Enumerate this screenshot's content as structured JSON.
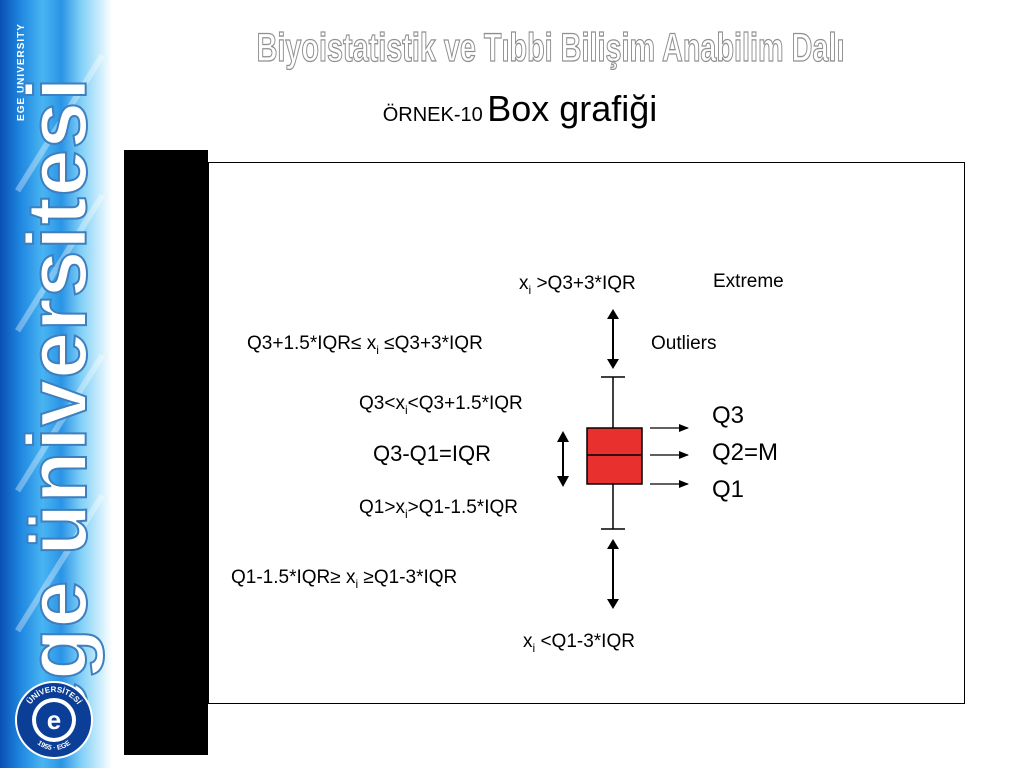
{
  "banner": {
    "word": "ege üniversitesi",
    "small_text": "EGE UNIVERSITY",
    "seal_top": "ÜNİVERSİTESİ",
    "seal_bottom": "1955 · EGE",
    "seal_letter": "e"
  },
  "header": {
    "department": "Biyoistatistik ve Tıbbi Bilişim Anabilim Dalı",
    "title_prefix": "ÖRNEK-10",
    "title_main": "Box grafiği"
  },
  "colors": {
    "box_fill": "#e8302e",
    "banner_blue": "#1f86e0",
    "black_panel": "#000000"
  },
  "diagram": {
    "extreme_upper": {
      "pre": "x",
      "sub": "i",
      "post": " >Q3+3*IQR",
      "label": "Extreme"
    },
    "outlier_upper": {
      "pre": "Q3+1.5*IQR≤  x",
      "sub": "i",
      "post": " ≤Q3+3*IQR",
      "label": "Outliers"
    },
    "between_upper": {
      "pre": "Q3<x",
      "sub": "i",
      "post": "<Q3+1.5*IQR"
    },
    "iqr": "Q3-Q1=IQR",
    "between_lower": {
      "pre": "Q1>x",
      "sub": "i",
      "post": ">Q1-1.5*IQR"
    },
    "outlier_lower": {
      "pre": "Q1-1.5*IQR≥  x",
      "sub": "i",
      "post": " ≥Q1-3*IQR"
    },
    "extreme_lower": {
      "pre": "x",
      "sub": "i",
      "post": " <Q1-3*IQR"
    },
    "q3": "Q3",
    "q2": "Q2=M",
    "q1": "Q1"
  }
}
